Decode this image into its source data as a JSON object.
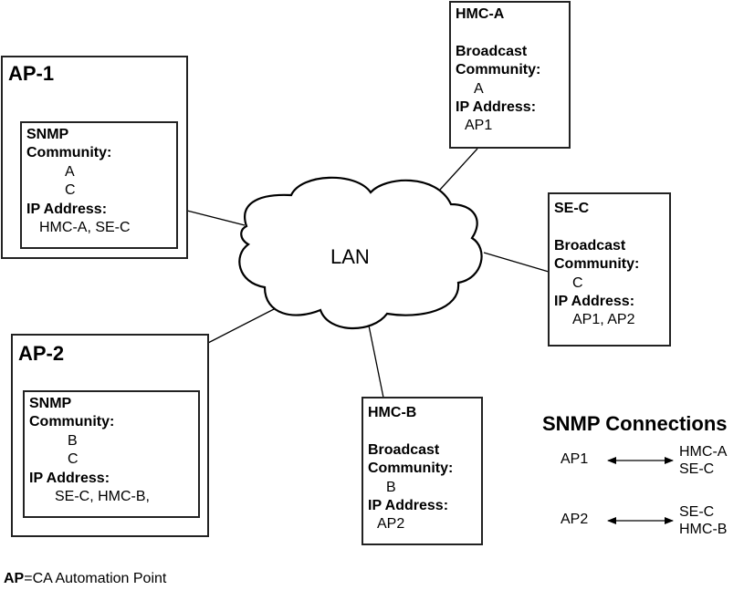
{
  "network": {
    "label": "LAN"
  },
  "automation_points": [
    {
      "title": "AP-1",
      "snmp_label": "SNMP",
      "community_label": "Community:",
      "communities": [
        "A",
        "C"
      ],
      "ip_label": "IP Address:",
      "ip_value": "HMC-A, SE-C"
    },
    {
      "title": "AP-2",
      "snmp_label": "SNMP",
      "community_label": "Community:",
      "communities": [
        "B",
        "C"
      ],
      "ip_label": "IP Address:",
      "ip_value": "SE-C, HMC-B,"
    }
  ],
  "managed_nodes": [
    {
      "title": "HMC-A",
      "broadcast_label": "Broadcast",
      "community_label": "Community:",
      "community": "A",
      "ip_label": "IP Address:",
      "ip_value": "AP1"
    },
    {
      "title": "SE-C",
      "broadcast_label": "Broadcast",
      "community_label": "Community:",
      "community": "C",
      "ip_label": "IP Address:",
      "ip_value": "AP1, AP2"
    },
    {
      "title": "HMC-B",
      "broadcast_label": "Broadcast",
      "community_label": "Community:",
      "community": "B",
      "ip_label": "IP Address:",
      "ip_value": "AP2"
    }
  ],
  "legend": {
    "title": "SNMP Connections",
    "connections": [
      {
        "from": "AP1",
        "to": [
          "HMC-A",
          "SE-C"
        ]
      },
      {
        "from": "AP2",
        "to": [
          "SE-C",
          "HMC-B"
        ]
      }
    ]
  },
  "footnote": {
    "abbr": "AP",
    "definition": "=CA Automation Point"
  },
  "colors": {
    "stroke": "#222222",
    "background": "#ffffff"
  }
}
